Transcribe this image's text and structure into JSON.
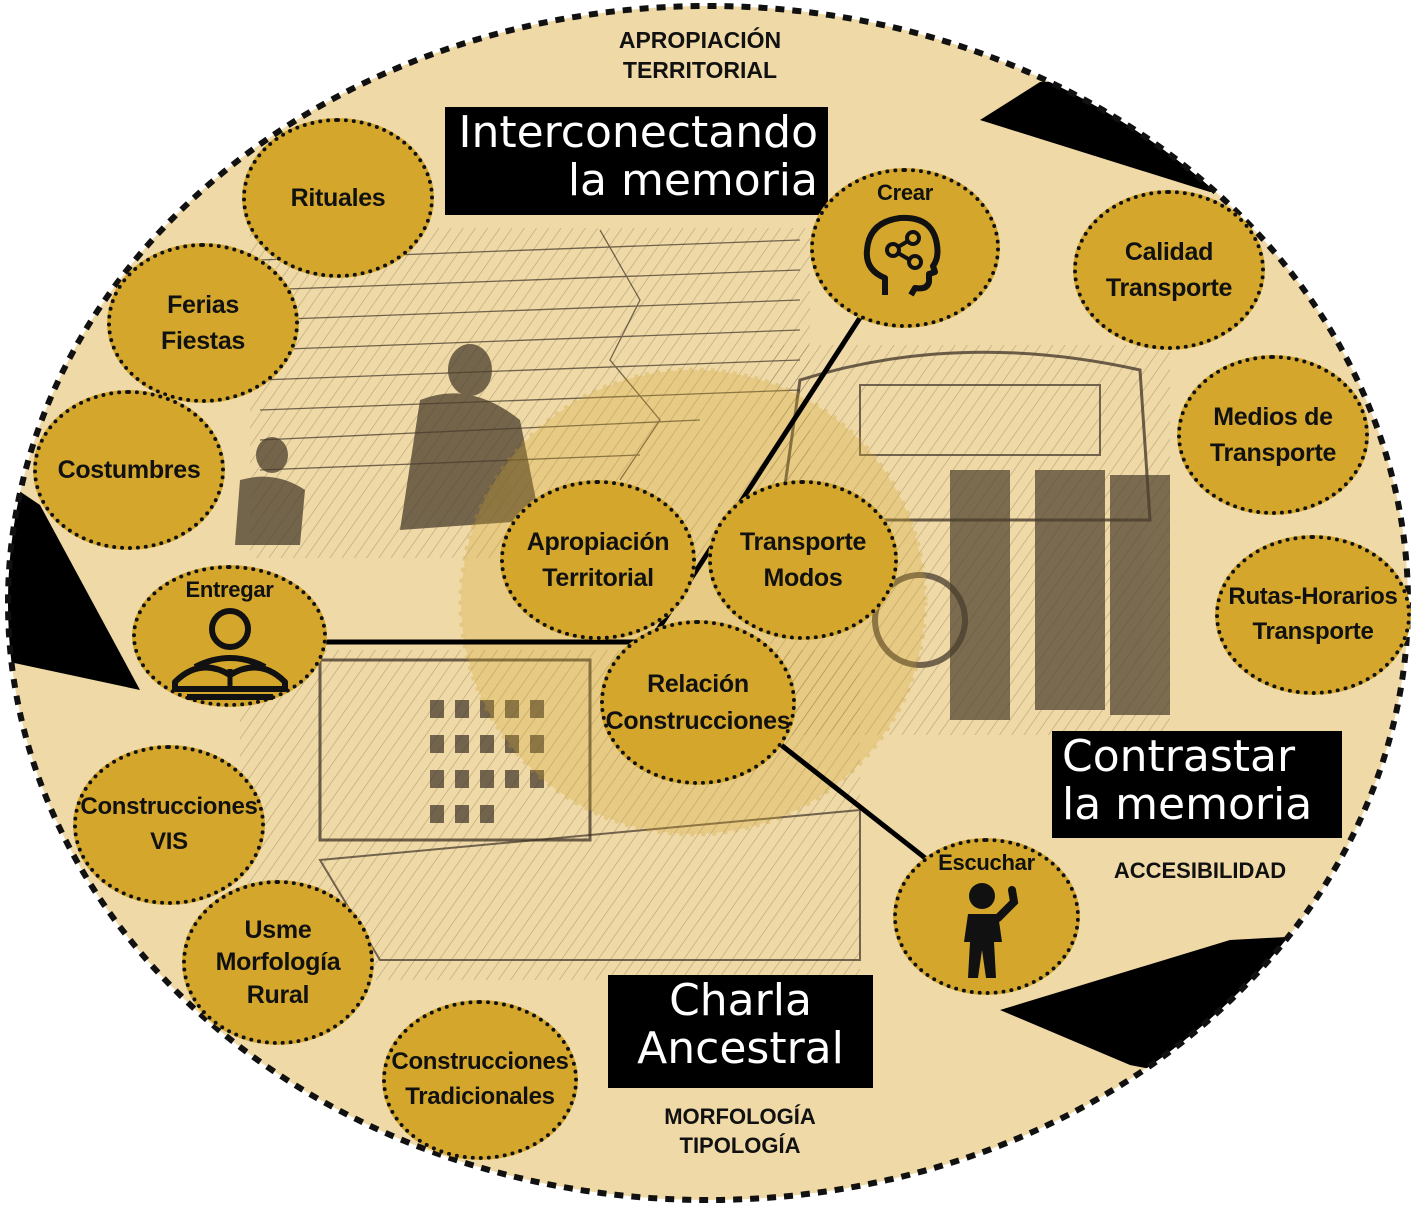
{
  "theme": {
    "paper": "#efd9a6",
    "gold": "#d4a72c",
    "ink": "#111111",
    "title_bg": "#000000",
    "title_fg": "#ffffff"
  },
  "top_caption": "APROPIACIÓN\nTERRITORIAL",
  "titles": {
    "interconectando": "Interconectando\nla  memoria",
    "contrastar": "Contrastar\nla  memoria",
    "charla": "Charla\nAncestral"
  },
  "captions": {
    "accesibilidad": "ACCESIBILIDAD",
    "morfologia": "MORFOLOGÍA\nTIPOLOGÍA"
  },
  "bubbles": {
    "rituales": "Rituales",
    "ferias": "Ferias\nFiestas",
    "costumbres": "Costumbres",
    "apropiacion": "Apropiación\nTerritorial",
    "transporte_modos": "Transporte\nModos",
    "relacion": "Relación\nConstrucciones",
    "calidad": "Calidad\nTransporte",
    "medios": "Medios de\nTransporte",
    "rutas": "Rutas-Horarios\nTransporte",
    "vis": "Construcciones\nVIS",
    "usme": "Usme\nMorfología\nRural",
    "tradicionales": "Construcciones\nTradicionales"
  },
  "actions": {
    "crear": {
      "label": "Crear",
      "icon": "head-network-icon"
    },
    "entregar": {
      "label": "Entregar",
      "icon": "person-reading-icon"
    },
    "escuchar": {
      "label": "Escuchar",
      "icon": "person-listening-icon"
    }
  }
}
